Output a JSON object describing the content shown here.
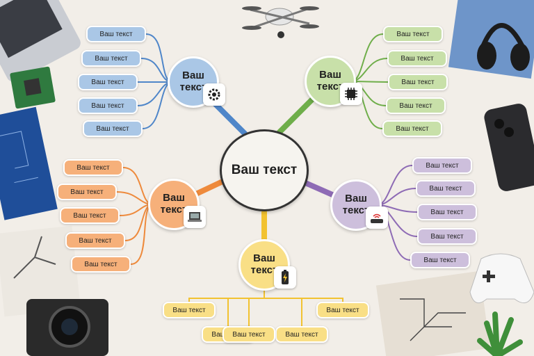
{
  "center": {
    "label": "Ваш текст",
    "color": "#f6f4ef"
  },
  "branches": [
    {
      "id": "blue",
      "label": "Ваш текст",
      "color": "#aac7e6",
      "line_color": "#4f86c9",
      "icon": "gear-icon",
      "items": [
        "Ваш текст",
        "Ваш текст",
        "Ваш текст",
        "Ваш текст",
        "Ваш текст"
      ]
    },
    {
      "id": "green",
      "label": "Ваш текст",
      "color": "#c8e0a9",
      "line_color": "#6fae4a",
      "icon": "chip-icon",
      "items": [
        "Ваш текст",
        "Ваш текст",
        "Ваш текст",
        "Ваш текст",
        "Ваш текст"
      ]
    },
    {
      "id": "orange",
      "label": "Ваш текст",
      "color": "#f6b07a",
      "line_color": "#ee8a3c",
      "icon": "laptop-icon",
      "items": [
        "Ваш текст",
        "Ваш текст",
        "Ваш текст",
        "Ваш текст",
        "Ваш текст"
      ]
    },
    {
      "id": "purple",
      "label": "Ваш текст",
      "color": "#cdbfdc",
      "line_color": "#8e6bb5",
      "icon": "router-icon",
      "items": [
        "Ваш текст",
        "Ваш текст",
        "Ваш текст",
        "Ваш текст",
        "Ваш текст"
      ]
    },
    {
      "id": "yellow",
      "label": "Ваш текст",
      "color": "#f9df86",
      "line_color": "#f2c230",
      "icon": "battery-icon",
      "items": [
        "Ваш текст",
        "Ваш текст",
        "Ваш текст",
        "Ваш текст",
        "Ваш текст"
      ]
    }
  ],
  "decorations": [
    "drone-icon",
    "laptop-icon",
    "circuit-board-icon",
    "blueprint-icon",
    "robot-arm-sketch-icon",
    "camera-icon",
    "headphones-icon",
    "phone-icon",
    "gamepad-icon",
    "plant-icon",
    "circuit-sketch-icon"
  ]
}
